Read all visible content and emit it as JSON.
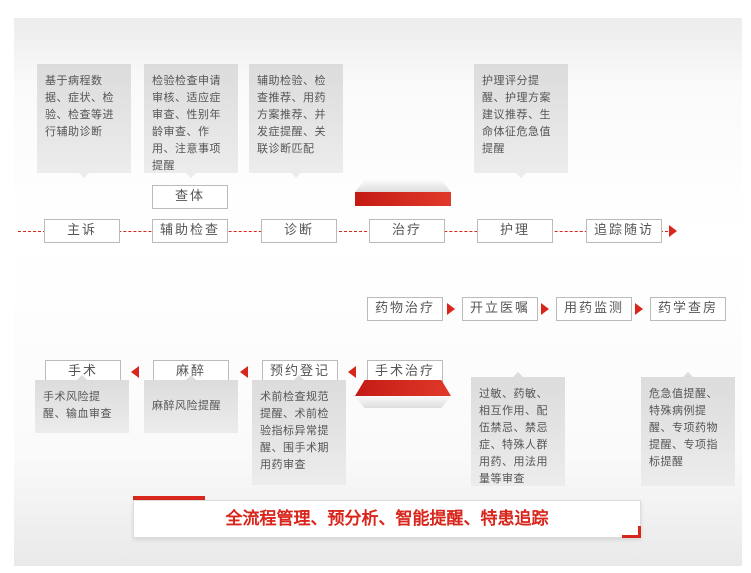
{
  "top_cards": [
    "基于病程数据、症状、检验、检查等进行辅助诊断",
    "检验检查申请审核、适应症审查、性别年龄审查、作用、注意事项提醒",
    "辅助检验、检查推荐、用药方案推荐、并发症提醒、关联诊断匹配",
    "护理评分提醒、护理方案建议推荐、生命体征危急值提醒"
  ],
  "exam_node": "查体",
  "main_flow": [
    "主诉",
    "辅助检查",
    "诊断",
    "治疗",
    "护理",
    "追踪随访"
  ],
  "drug_flow": [
    "药物治疗",
    "开立医嘱",
    "用药监测",
    "药学查房"
  ],
  "surgery_flow": [
    "手术",
    "麻醉",
    "预约登记",
    "手术治疗"
  ],
  "bottom_cards": [
    "手术风险提醒、输血审查",
    "麻醉风险提醒",
    "术前检查规范提醒、术前检验指标异常提醒、围手术期用药审查",
    "过敏、药敏、相互作用、配伍禁忌、禁忌症、特殊人群用药、用法用量等审查",
    "危急值提醒、特殊病例提醒、专项药物提醒、专项指标提醒"
  ],
  "banner": "全流程管理、预分析、智能提醒、特患追踪",
  "colors": {
    "accent": "#d9261c"
  }
}
